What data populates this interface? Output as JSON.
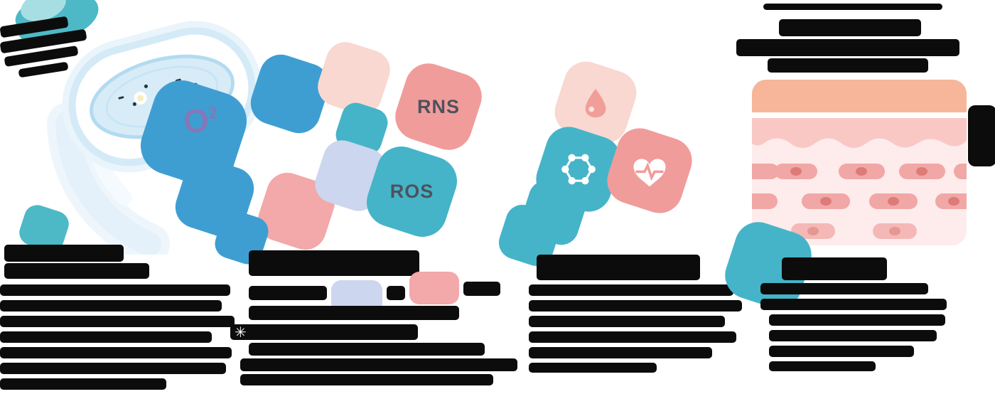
{
  "badges": {
    "rns": "RNS",
    "ros": "ROS"
  },
  "o2": {
    "base": "O",
    "sup": "2"
  },
  "footnote": {
    "marker": "✳"
  },
  "icons": {
    "droplet": "droplet-icon",
    "molecule": "molecule-icon",
    "heart_ecg": "heart-ecg-icon",
    "plasma_device": "plasma-device-illustration",
    "skin_layers": "skin-cross-section-illustration"
  },
  "colors": {
    "ink": "#0c0c0c",
    "blue": "#3e9ed2",
    "teal": "#45b4c8",
    "salmon": "#f09c9b",
    "salmon_soft": "#ef9f98",
    "pink": "#f3a8a9",
    "light_pink": "#f8d8d0",
    "periwinkle": "#ccd6ee",
    "logo_teal": "#4db9c6",
    "logo_teal_light": "#a7dee4",
    "o2_purple": "#8478b8",
    "label_dark": "#4d525e",
    "skin_band": "#f7b699",
    "skin_wave": "#f9c8c5",
    "skin_bg": "#fdeceb",
    "cell": "#f1a7a5",
    "cell_nucleus": "#dd7b78",
    "beam_blue": "#e4f1fa",
    "device_blue_light": "#d8ecf8"
  }
}
